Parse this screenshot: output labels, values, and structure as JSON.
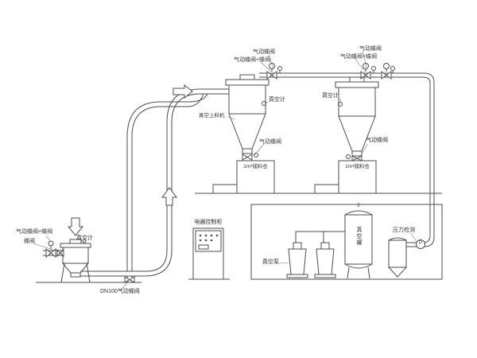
{
  "colors": {
    "line": "#4d4d4d",
    "leader": "#777777",
    "background": "#ffffff",
    "label_text": "#333333"
  },
  "labels": {
    "unit_a": {
      "top_valve": "气动蝶阀",
      "top_valve_combo": "气动蝶阀+蝶阀",
      "vacuum_gauge": "真空计",
      "feeder": "真空上料机",
      "discharge_valve": "气动蝶阀",
      "bin": "1m³储料仓"
    },
    "unit_b": {
      "top_valve": "气动蝶阀",
      "top_valve_combo": "气动蝶阀+蝶阀",
      "vacuum_gauge": "真空计",
      "discharge_valve": "气动蝶阀",
      "bin": "1m³储料仓"
    },
    "feed_station": {
      "valve_combo": "气动蝶阀+蝶阀",
      "valve": "蝶阀",
      "vacuum_gauge": "真空计",
      "line_valve": "DN100气动蝶阀"
    },
    "control_cabinet": "电器控制柜",
    "pump_room": {
      "vacuum_pump": "真空泵",
      "vacuum_tank": "真空罐",
      "pressure_detect": "压力检测",
      "gauge_letter": "P"
    }
  }
}
